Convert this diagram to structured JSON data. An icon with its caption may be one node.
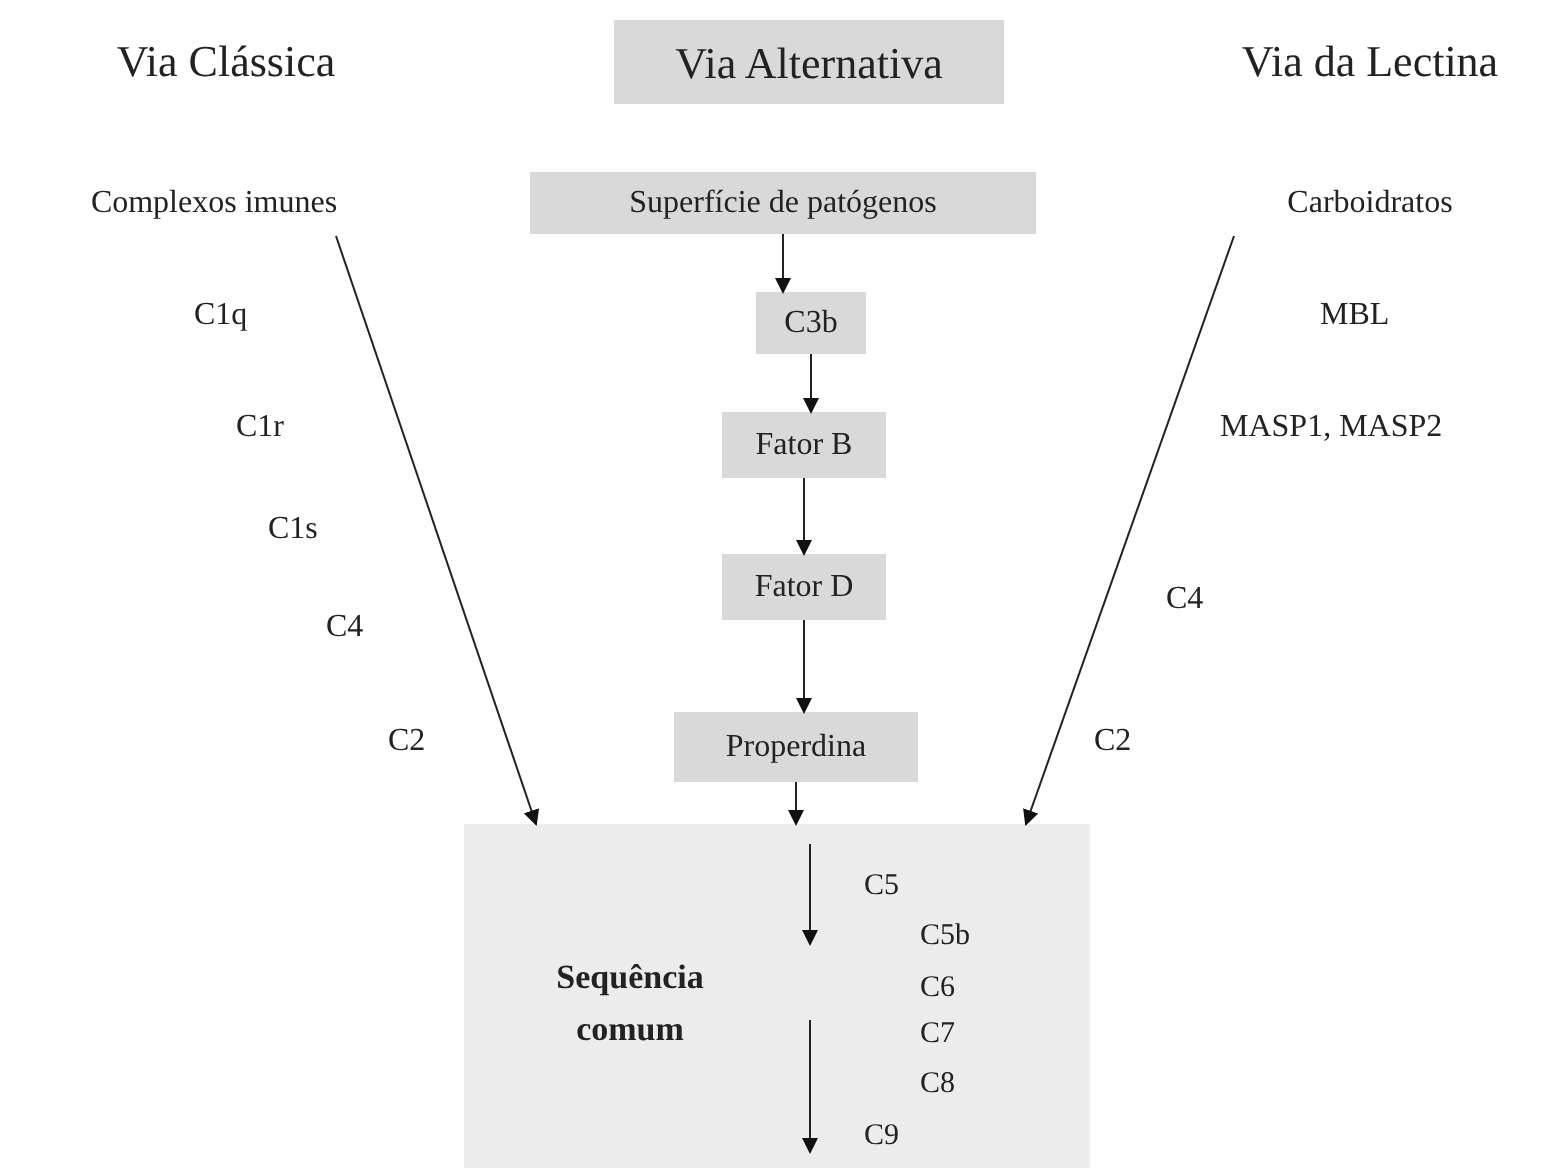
{
  "diagram": {
    "nodes": [
      {
        "text": [
          "Via Alternativa"
        ]
      },
      {
        "text": [
          "Complexos imunes"
        ]
      },
      {
        "text": [
          "Superfície de patógenos"
        ]
      },
      {
        "text": [
          "C3b"
        ]
      },
      {
        "text": [
          "Fator B"
        ]
      },
      {
        "text": [
          "Fator D"
        ]
      },
      {
        "text": [
          "Properdina"
        ]
      },
      {
        "text": [
          "Carboidratos"
        ]
      },
      {
        "text": [
          "Sequência comum"
        ]
      }
    ],
    "edges": [
      {
        "from": 2,
        "to": 3,
        "arrow": "to"
      },
      {
        "from": 3,
        "to": 4,
        "arrow": "to"
      },
      {
        "from": 4,
        "to": 5,
        "arrow": "to"
      },
      {
        "from": 5,
        "to": 6,
        "arrow": "to"
      },
      {
        "from": 6,
        "to": 8,
        "arrow": "to"
      },
      {
        "from": 1,
        "to": 8,
        "arrow": "to"
      },
      {
        "from": 7,
        "to": 8,
        "arrow": "to"
      }
    ],
    "labels": [
      "Via Clássica",
      "Via da Lectina",
      "C1q",
      "C1r",
      "C1s",
      "C4",
      "C2",
      "MBL",
      "MASP1, MASP2",
      "C4",
      "C2",
      "C5",
      "C5b",
      "C6",
      "C7",
      "C8",
      "C9"
    ]
  }
}
